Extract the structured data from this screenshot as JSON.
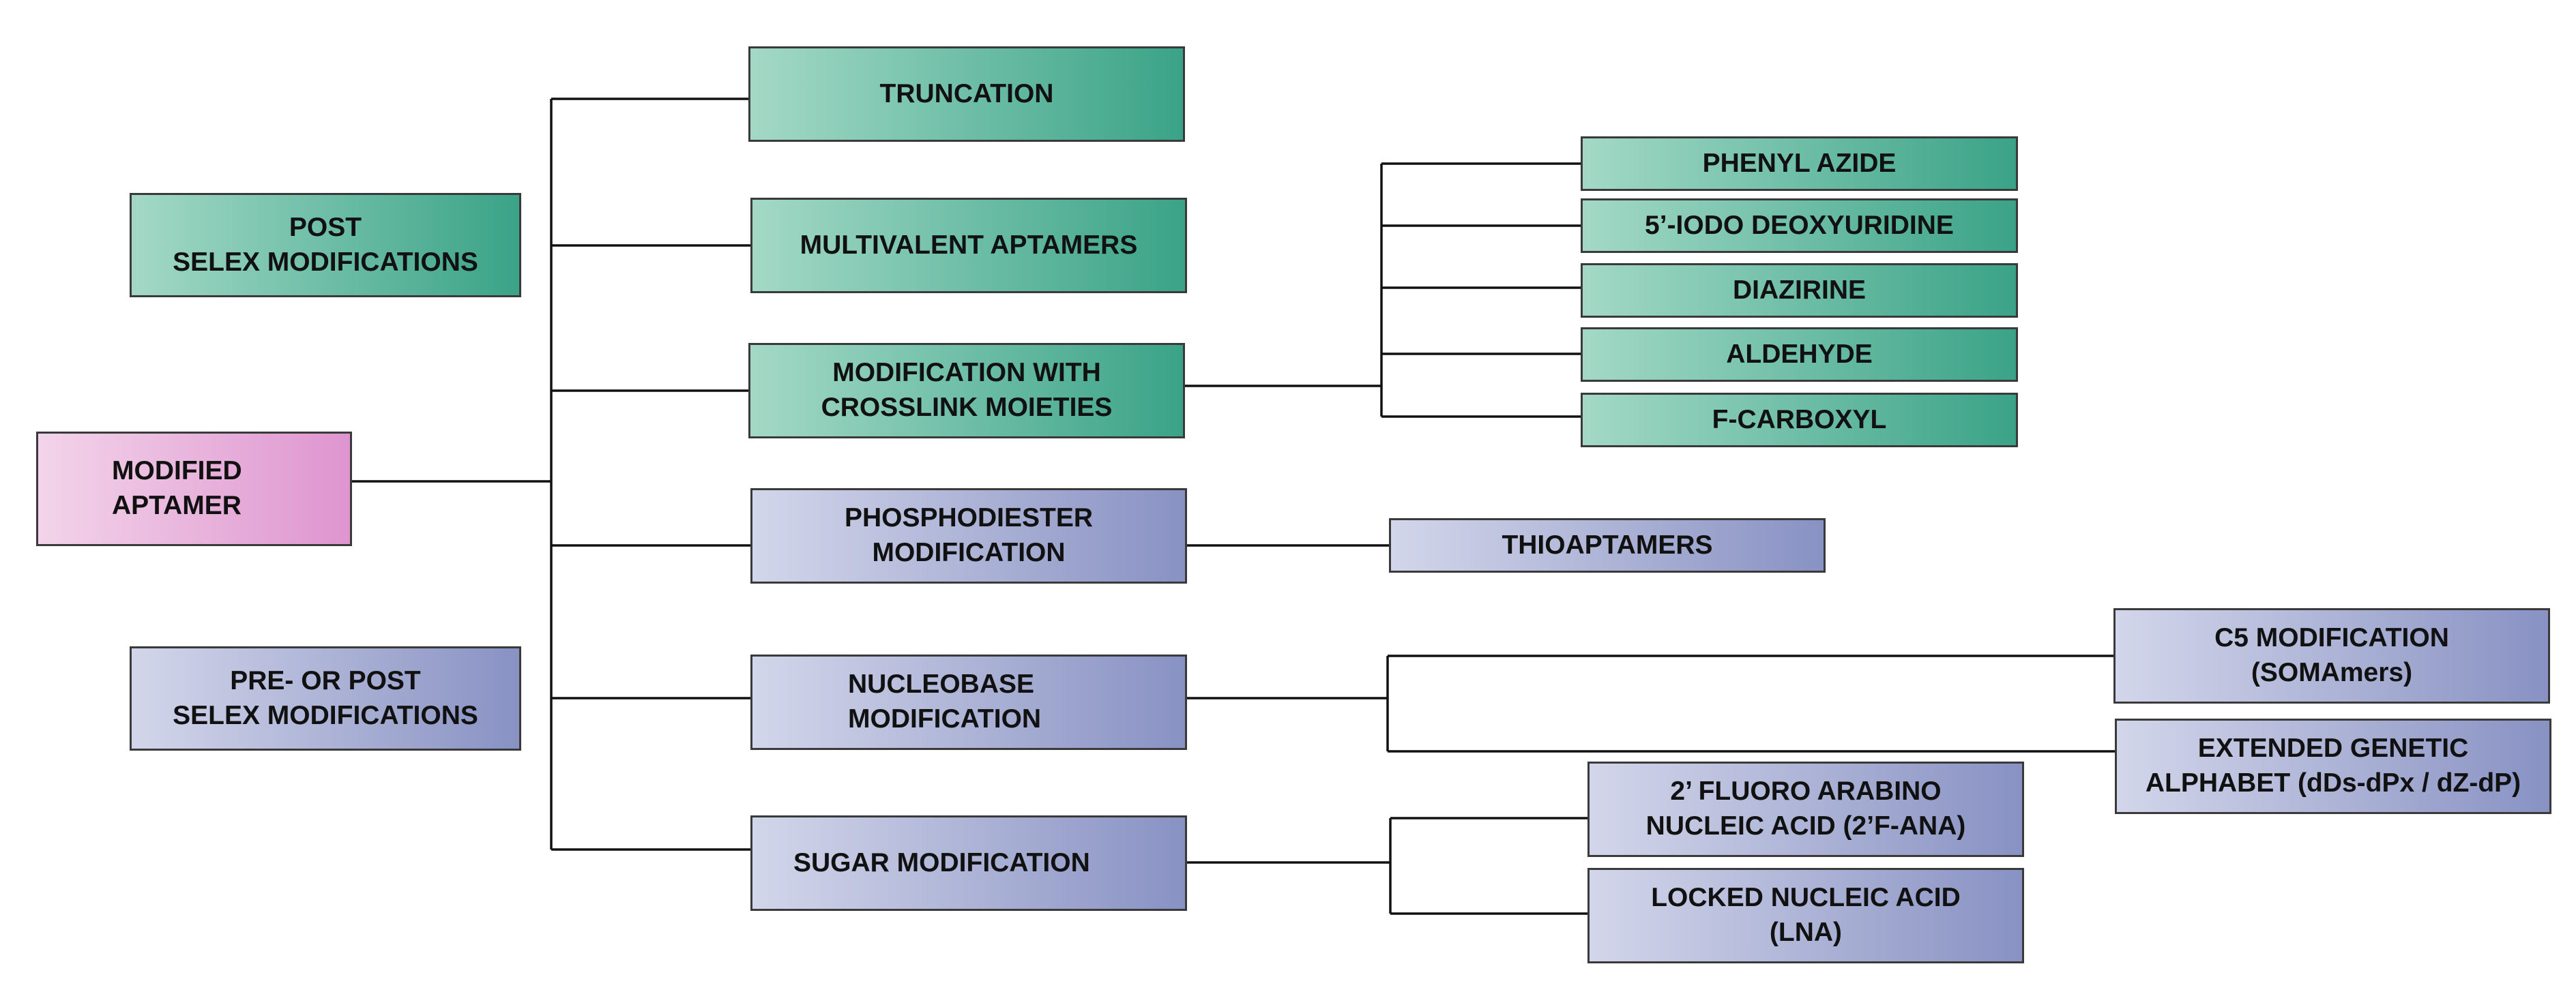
{
  "root": {
    "line1": "MODIFIED",
    "line2": "APTAMER"
  },
  "legend": {
    "post": {
      "line1": "POST",
      "line2": "SELEX MODIFICATIONS"
    },
    "pre_post": {
      "line1": "PRE- OR POST",
      "line2": "SELEX MODIFICATIONS"
    }
  },
  "branches": {
    "truncation": "TRUNCATION",
    "multivalent": "MULTIVALENT APTAMERS",
    "crosslink": {
      "line1": "MODIFICATION WITH",
      "line2": "CROSSLINK MOIETIES"
    },
    "phosphodiester": {
      "line1": "PHOSPHODIESTER",
      "line2": "MODIFICATION"
    },
    "nucleobase": {
      "line1": "NUCLEOBASE",
      "line2": "MODIFICATION"
    },
    "sugar": "SUGAR MODIFICATION"
  },
  "crosslink_items": {
    "phenyl_azide": "PHENYL AZIDE",
    "iodo": "5’-IODO DEOXYURIDINE",
    "diazirine": "DIAZIRINE",
    "aldehyde": "ALDEHYDE",
    "f_carboxyl": "F-CARBOXYL"
  },
  "phosphodiester_items": {
    "thioaptamers": "THIOAPTAMERS"
  },
  "nucleobase_items": {
    "c5": {
      "line1": "C5 MODIFICATION",
      "line2": "(SOMAmers)"
    },
    "extended": {
      "line1": "EXTENDED GENETIC",
      "line2": "ALPHABET (dDs-dPx / dZ-dP)"
    }
  },
  "sugar_items": {
    "fana": {
      "line1": "2’ FLUORO ARABINO",
      "line2": "NUCLEIC ACID (2’F-ANA)"
    },
    "lna": {
      "line1": "LOCKED NUCLEIC ACID",
      "line2": "(LNA)"
    }
  },
  "colors": {
    "post_selex_gradient": [
      "#a3d9c6",
      "#3aa387"
    ],
    "pre_post_selex_gradient": [
      "#d3d6ea",
      "#8892c3"
    ],
    "root_gradient": [
      "#f3d4ea",
      "#de95cf"
    ],
    "connector": "#111111"
  }
}
